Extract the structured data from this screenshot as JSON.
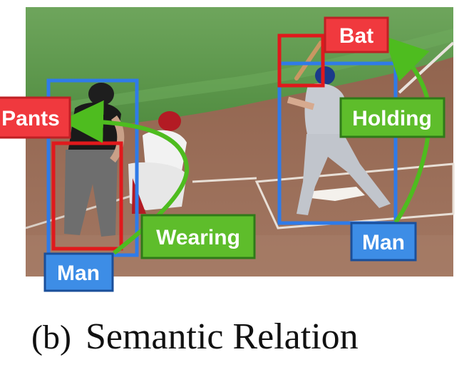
{
  "figure": {
    "caption_tag": "(b)",
    "caption_text": "Semantic Relation"
  },
  "labels": {
    "bat": "Bat",
    "holding": "Holding",
    "pants": "Pants",
    "wearing": "Wearing",
    "man_left": "Man",
    "man_right": "Man"
  },
  "colors": {
    "box_blue": "#2f7be8",
    "box_red": "#e0191c",
    "label_red": "#f0393e",
    "label_green": "#5ebd2b",
    "label_blue": "#3d8de6",
    "arrow_green": "#4ebc1f",
    "field_grass": "#5c9a47",
    "field_dirt": "#8a5e47"
  }
}
